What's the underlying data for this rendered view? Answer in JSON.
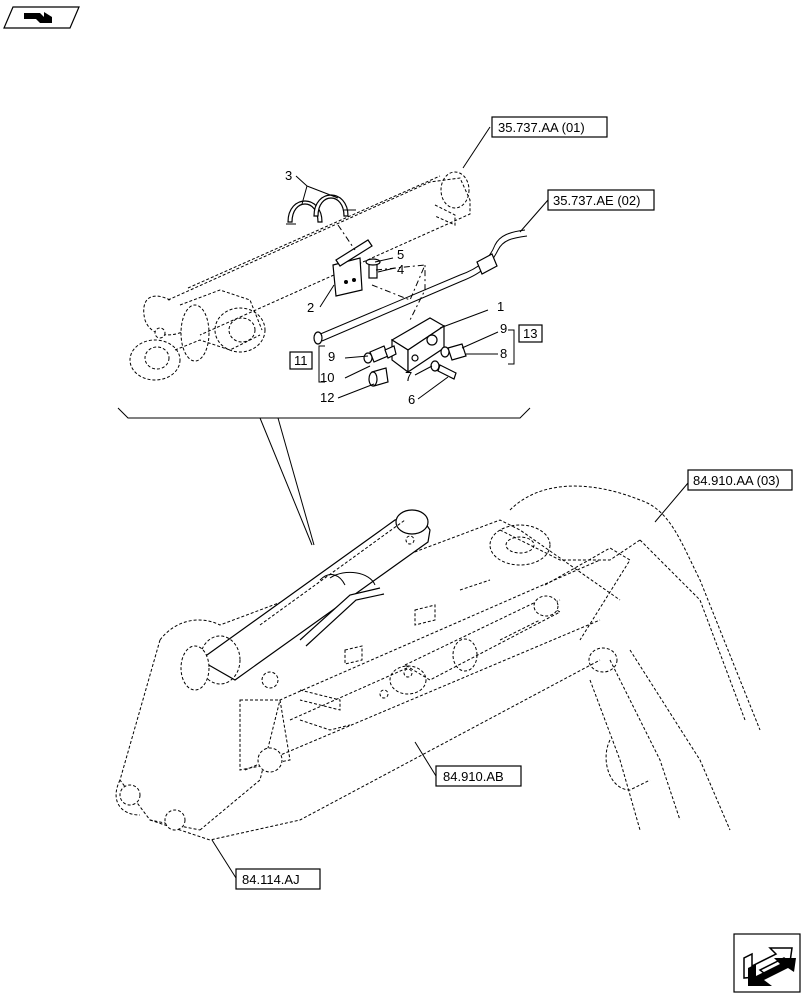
{
  "references": {
    "ref_top_cylinder": "35.737.AA (01)",
    "ref_hose": "35.737.AE (02)",
    "ref_dipper": "84.910.AA (03)",
    "ref_boom_center": "84.910.AB",
    "ref_boom_bottom": "84.114.AJ"
  },
  "callouts": {
    "c1": "1",
    "c2": "2",
    "c3": "3",
    "c4": "4",
    "c5": "5",
    "c6": "6",
    "c7": "7",
    "c8": "8",
    "c9a": "9",
    "c9b": "9",
    "c10": "10",
    "c12": "12"
  },
  "groups": {
    "g11": "11",
    "g13": "13"
  },
  "icons": {
    "top_left": "book-navigation-icon",
    "bottom_right": "next-page-arrow-icon"
  }
}
